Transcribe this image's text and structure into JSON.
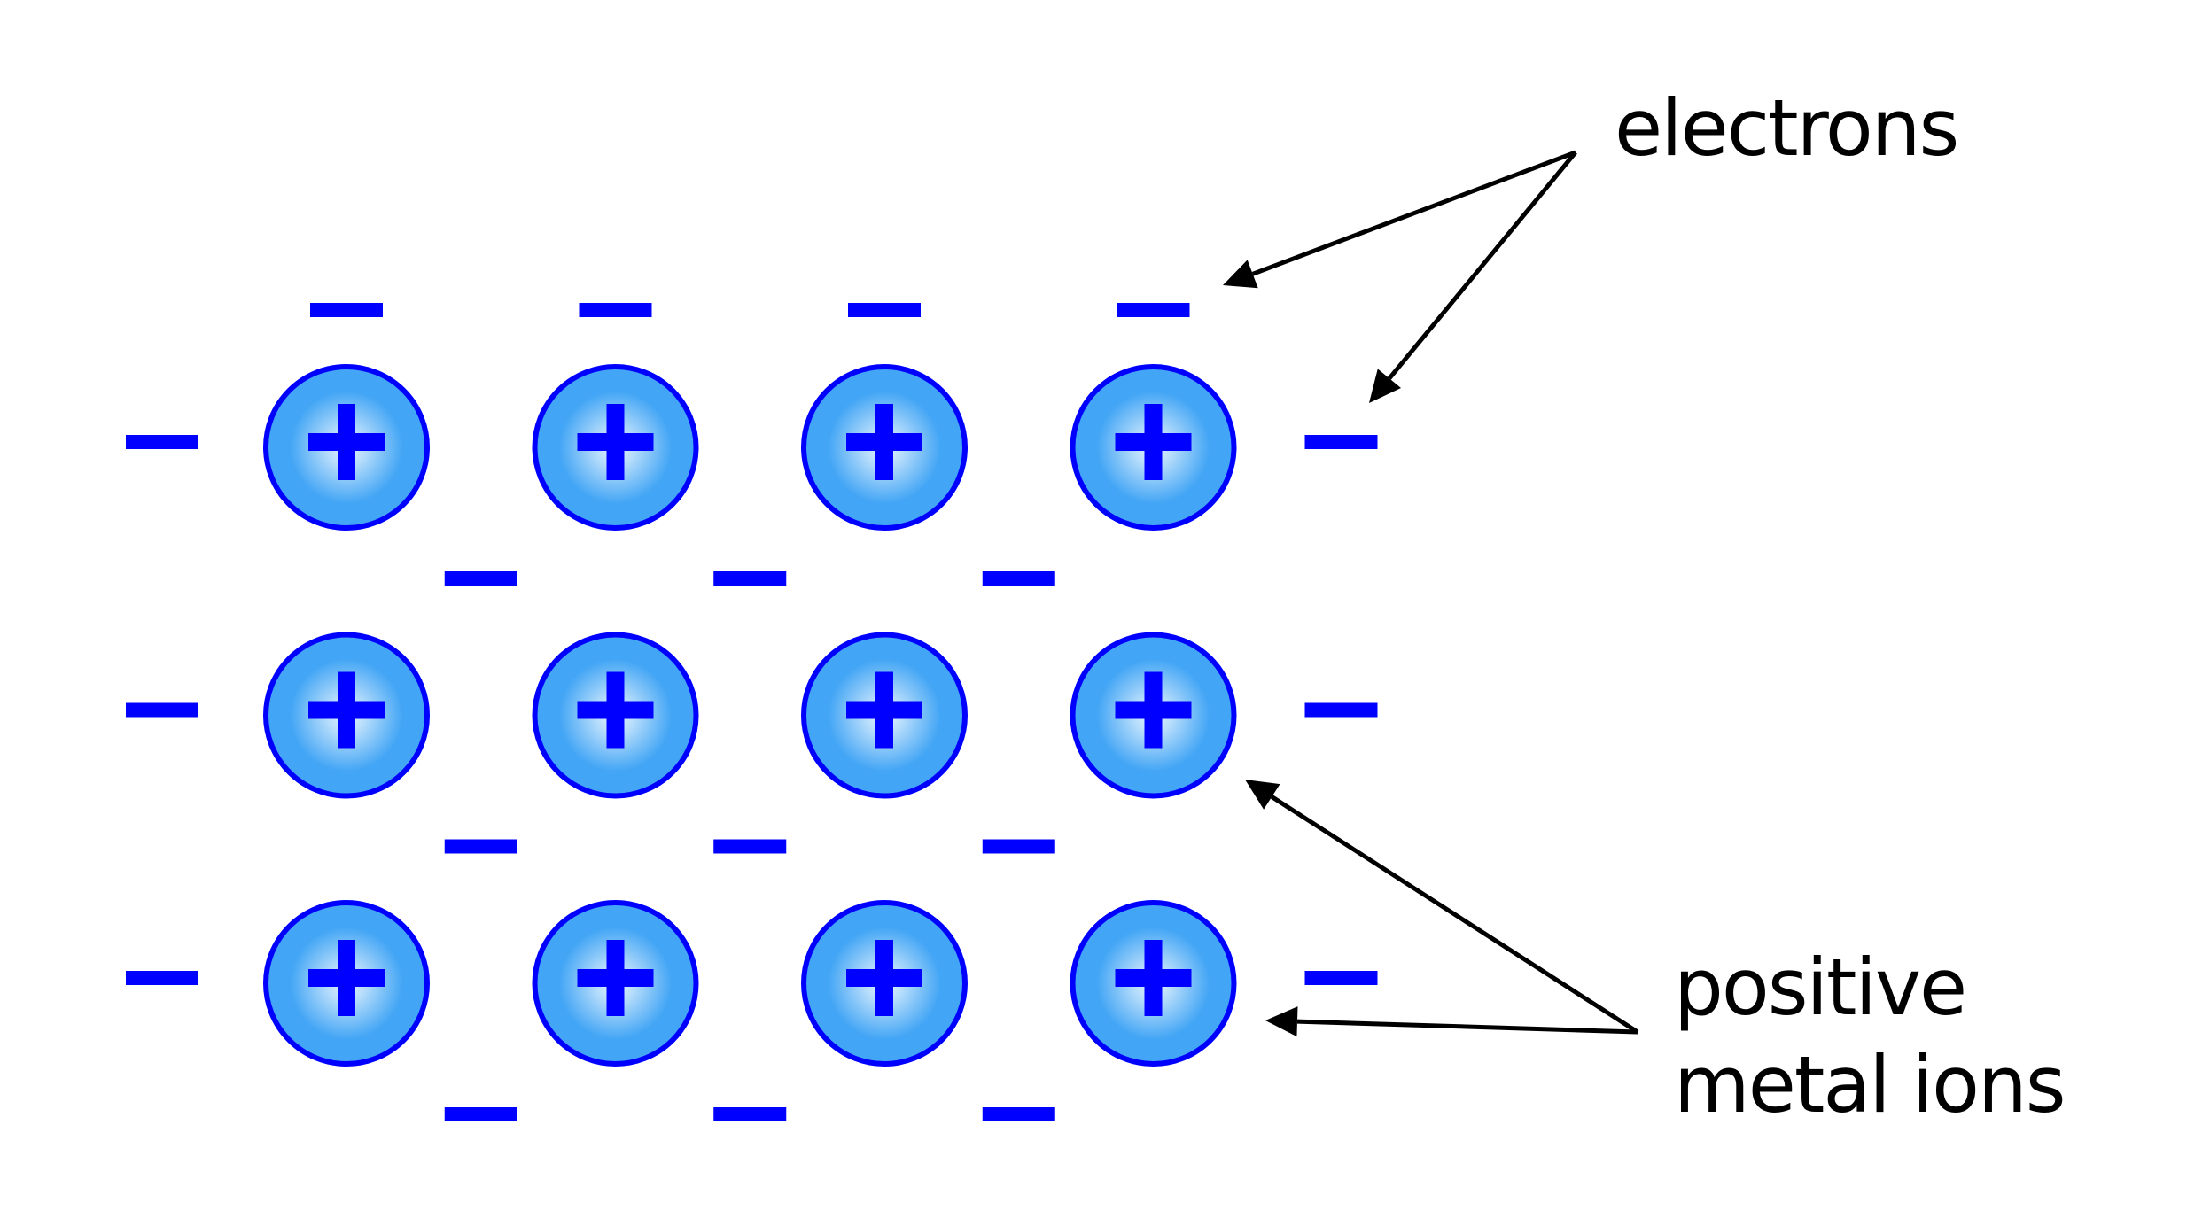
{
  "diagram": {
    "type": "metallic-bonding-lattice",
    "lattice": {
      "rows": 3,
      "columns": 4
    },
    "ion_symbol": "+",
    "electron_symbol": "−",
    "labels": {
      "electrons": "electrons",
      "ions_line1": "positive",
      "ions_line2": "metal ions"
    },
    "colors": {
      "electron": "#0000ff",
      "ion_stroke": "#0000ff",
      "ion_fill_outer": "#42a5f5",
      "ion_fill_center": "#e8f4ff",
      "plus": "#0000ff",
      "arrow": "#000000",
      "text": "#000000"
    }
  }
}
